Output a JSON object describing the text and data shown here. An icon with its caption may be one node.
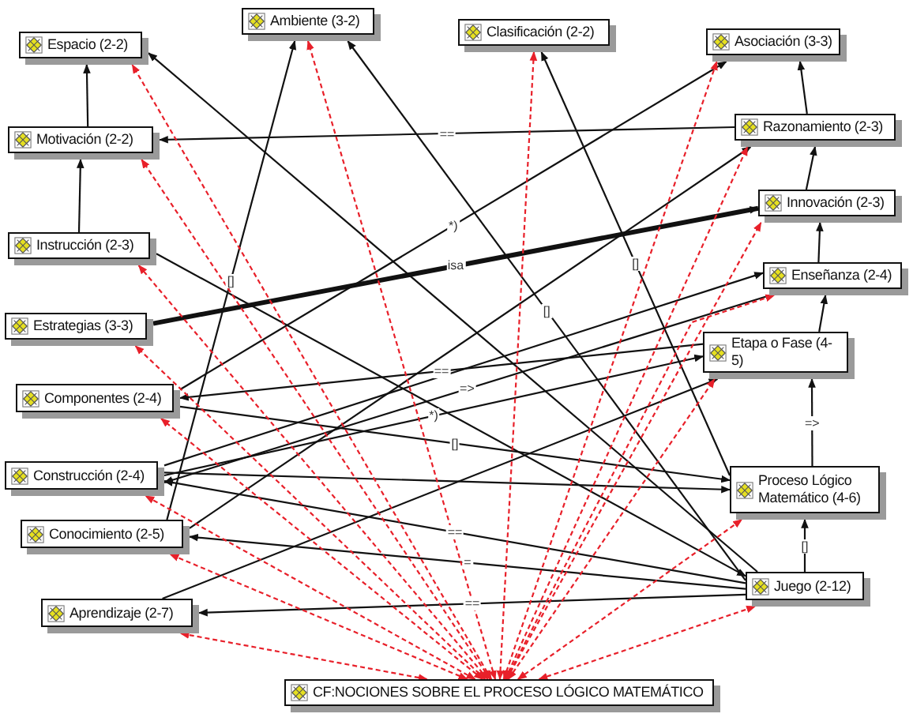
{
  "diagram": {
    "nodes": [
      {
        "text": [
          "Espacio (2-2)"
        ]
      },
      {
        "text": [
          "Ambiente (3-2)"
        ]
      },
      {
        "text": [
          "Clasificación (2-2)"
        ]
      },
      {
        "text": [
          "Asociación (3-3)"
        ]
      },
      {
        "text": [
          "Motivación (2-2)"
        ]
      },
      {
        "text": [
          "Razonamiento (2-3)"
        ]
      },
      {
        "text": [
          "Instrucción (2-3)"
        ]
      },
      {
        "text": [
          "Innovación (2-3)"
        ]
      },
      {
        "text": [
          "Estrategias (3-3)"
        ]
      },
      {
        "text": [
          "Enseñanza (2-4)"
        ]
      },
      {
        "text": [
          "Etapa o Fase (4-5)"
        ]
      },
      {
        "text": [
          "Componentes (2-4)"
        ]
      },
      {
        "text": [
          "Construcción (2-4)"
        ]
      },
      {
        "text": [
          "Proceso Lógico Matemático (4-6)"
        ]
      },
      {
        "text": [
          "Conocimiento (2-5)"
        ]
      },
      {
        "text": [
          "Juego (2-12)"
        ]
      },
      {
        "text": [
          "Aprendizaje (2-7)"
        ]
      },
      {
        "text": [
          "CF:NOCIONES SOBRE EL PROCESO LÓGICO MATEMÁTICO"
        ]
      }
    ],
    "edges": [
      {
        "from": 4,
        "to": 0,
        "arrow": "to"
      },
      {
        "from": 6,
        "to": 4,
        "arrow": "to"
      },
      {
        "from": 5,
        "to": 4,
        "arrow": "to",
        "label": "=="
      },
      {
        "from": 5,
        "to": 3,
        "arrow": "to"
      },
      {
        "from": 7,
        "to": 5,
        "arrow": "to"
      },
      {
        "from": 9,
        "to": 7,
        "arrow": "to"
      },
      {
        "from": 10,
        "to": 9,
        "arrow": "to"
      },
      {
        "from": 13,
        "to": 10,
        "arrow": "to",
        "label": "=>"
      },
      {
        "from": 15,
        "to": 13,
        "arrow": "to",
        "label": "[]"
      },
      {
        "from": 8,
        "to": 7,
        "arrow": "to",
        "label": "isa",
        "style": "thick"
      },
      {
        "from": 14,
        "to": 1,
        "arrow": "to",
        "label": "[]"
      },
      {
        "from": 15,
        "to": 0,
        "arrow": "to"
      },
      {
        "from": 15,
        "to": 1,
        "arrow": "to",
        "label": "[]"
      },
      {
        "from": 13,
        "to": 2,
        "arrow": "to",
        "label": "[]"
      },
      {
        "from": 11,
        "to": 3,
        "arrow": "to",
        "label": "*)"
      },
      {
        "from": 14,
        "to": 5,
        "arrow": "to"
      },
      {
        "from": 12,
        "to": 9,
        "arrow": "to"
      },
      {
        "from": 12,
        "to": 10,
        "arrow": "to",
        "label": "*)"
      },
      {
        "from": 10,
        "to": 11,
        "arrow": "to",
        "label": "=="
      },
      {
        "from": 15,
        "to": 12,
        "arrow": "to",
        "label": "=="
      },
      {
        "from": 9,
        "to": 12,
        "arrow": "to",
        "label": "=>"
      },
      {
        "from": 15,
        "to": 14,
        "arrow": "to",
        "label": "="
      },
      {
        "from": 15,
        "to": 16,
        "arrow": "to",
        "label": "=="
      },
      {
        "from": 16,
        "to": 10,
        "arrow": "to"
      },
      {
        "from": 12,
        "to": 13,
        "arrow": "to"
      },
      {
        "from": 11,
        "to": 13,
        "arrow": "to",
        "label": "[]"
      },
      {
        "from": 6,
        "to": 15,
        "arrow": "to"
      },
      {
        "from": 17,
        "to": 0,
        "arrow": "both",
        "style": "dashed",
        "color": "#e8202a"
      },
      {
        "from": 17,
        "to": 1,
        "arrow": "both",
        "style": "dashed",
        "color": "#e8202a"
      },
      {
        "from": 17,
        "to": 2,
        "arrow": "both",
        "style": "dashed",
        "color": "#e8202a"
      },
      {
        "from": 17,
        "to": 3,
        "arrow": "both",
        "style": "dashed",
        "color": "#e8202a"
      },
      {
        "from": 17,
        "to": 4,
        "arrow": "both",
        "style": "dashed",
        "color": "#e8202a"
      },
      {
        "from": 17,
        "to": 5,
        "arrow": "both",
        "style": "dashed",
        "color": "#e8202a"
      },
      {
        "from": 17,
        "to": 6,
        "arrow": "both",
        "style": "dashed",
        "color": "#e8202a"
      },
      {
        "from": 17,
        "to": 7,
        "arrow": "both",
        "style": "dashed",
        "color": "#e8202a"
      },
      {
        "from": 17,
        "to": 8,
        "arrow": "both",
        "style": "dashed",
        "color": "#e8202a"
      },
      {
        "from": 17,
        "to": 9,
        "arrow": "both",
        "style": "dashed",
        "color": "#e8202a"
      },
      {
        "from": 17,
        "to": 10,
        "arrow": "both",
        "style": "dashed",
        "color": "#e8202a"
      },
      {
        "from": 17,
        "to": 11,
        "arrow": "both",
        "style": "dashed",
        "color": "#e8202a"
      },
      {
        "from": 17,
        "to": 12,
        "arrow": "both",
        "style": "dashed",
        "color": "#e8202a"
      },
      {
        "from": 17,
        "to": 13,
        "arrow": "both",
        "style": "dashed",
        "color": "#e8202a"
      },
      {
        "from": 17,
        "to": 14,
        "arrow": "both",
        "style": "dashed",
        "color": "#e8202a"
      },
      {
        "from": 17,
        "to": 15,
        "arrow": "both",
        "style": "dashed",
        "color": "#e8202a"
      },
      {
        "from": 17,
        "to": 16,
        "arrow": "both",
        "style": "dashed",
        "color": "#e8202a"
      }
    ]
  }
}
